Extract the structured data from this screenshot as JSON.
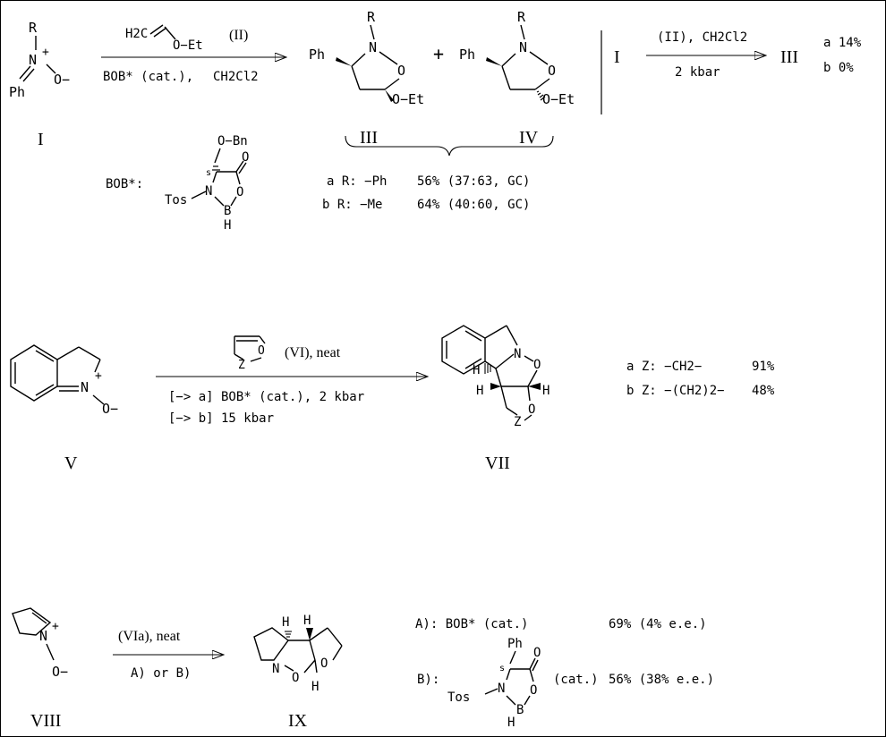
{
  "scheme1": {
    "reactant": {
      "r": "R",
      "n_plus": "N",
      "plus": "+",
      "o_minus": "O−",
      "ph": "Ph",
      "label": "I"
    },
    "reagent": {
      "h2c": "H2C",
      "o_et": "O−Et",
      "code": "(II)",
      "cond_a": "BOB* (cat.),",
      "cond_b": "CH2Cl2"
    },
    "product_iii": {
      "r": "R",
      "n": "N",
      "ph": "Ph",
      "o": "O",
      "oet": "O−Et",
      "label": "III"
    },
    "plus_sign": "+",
    "product_iv": {
      "r": "R",
      "n": "N",
      "ph": "Ph",
      "o": "O",
      "oet": "O−Et",
      "label": "IV"
    },
    "bob": {
      "label": "BOB*:",
      "obn": "O−Bn",
      "s": "s",
      "o_ketone": "O",
      "n": "N",
      "ring_o": "O",
      "b": "B",
      "h": "H",
      "tos": "Tos"
    },
    "rows": [
      {
        "tag": "a R: −Ph",
        "yield": "56% (37:63, GC)"
      },
      {
        "tag": "b R: −Me",
        "yield": "64% (40:60, GC)"
      }
    ],
    "side": {
      "start": "I",
      "top": "(II), CH2Cl2",
      "bottom": "2 kbar",
      "product": "III",
      "a": "a 14%",
      "b": "b   0%"
    }
  },
  "scheme2": {
    "reactant": {
      "n": "N",
      "plus": "+",
      "o_minus": "O−",
      "label": "V"
    },
    "reagent": {
      "z": "Z",
      "o": "O",
      "code": "(VI), neat",
      "cond_a": "[−> a]  BOB* (cat.),  2 kbar",
      "cond_b": "[−> b]  15 kbar"
    },
    "product": {
      "h1": "H",
      "h2": "H",
      "h3": "H",
      "n": "N",
      "o1": "O",
      "o2": "O",
      "z": "Z",
      "label": "VII"
    },
    "rows": [
      {
        "tag": "a Z: −CH2−",
        "yield": "91%"
      },
      {
        "tag": "b Z: −(CH2)2−",
        "yield": "48%"
      }
    ]
  },
  "scheme3": {
    "reactant": {
      "n": "N",
      "plus": "+",
      "o_minus": "O−",
      "label": "VIII"
    },
    "reagent": {
      "code": "(VIa), neat",
      "cond": "A)  or B)"
    },
    "product": {
      "h1": "H",
      "h2": "H",
      "h3": "H",
      "n": "N",
      "o1": "O",
      "o2": "O",
      "label": "IX"
    },
    "cond_a": {
      "text": "A):  BOB* (cat.)",
      "yield": "69% (4% e.e.)"
    },
    "cond_b": {
      "prefix": "B):",
      "ph": "Ph",
      "s": "s",
      "o": "O",
      "tos": "Tos",
      "n": "N",
      "b": "B",
      "ring_o": "O",
      "h": "H",
      "cat": "(cat.)",
      "yield": "56% (38% e.e.)"
    }
  }
}
